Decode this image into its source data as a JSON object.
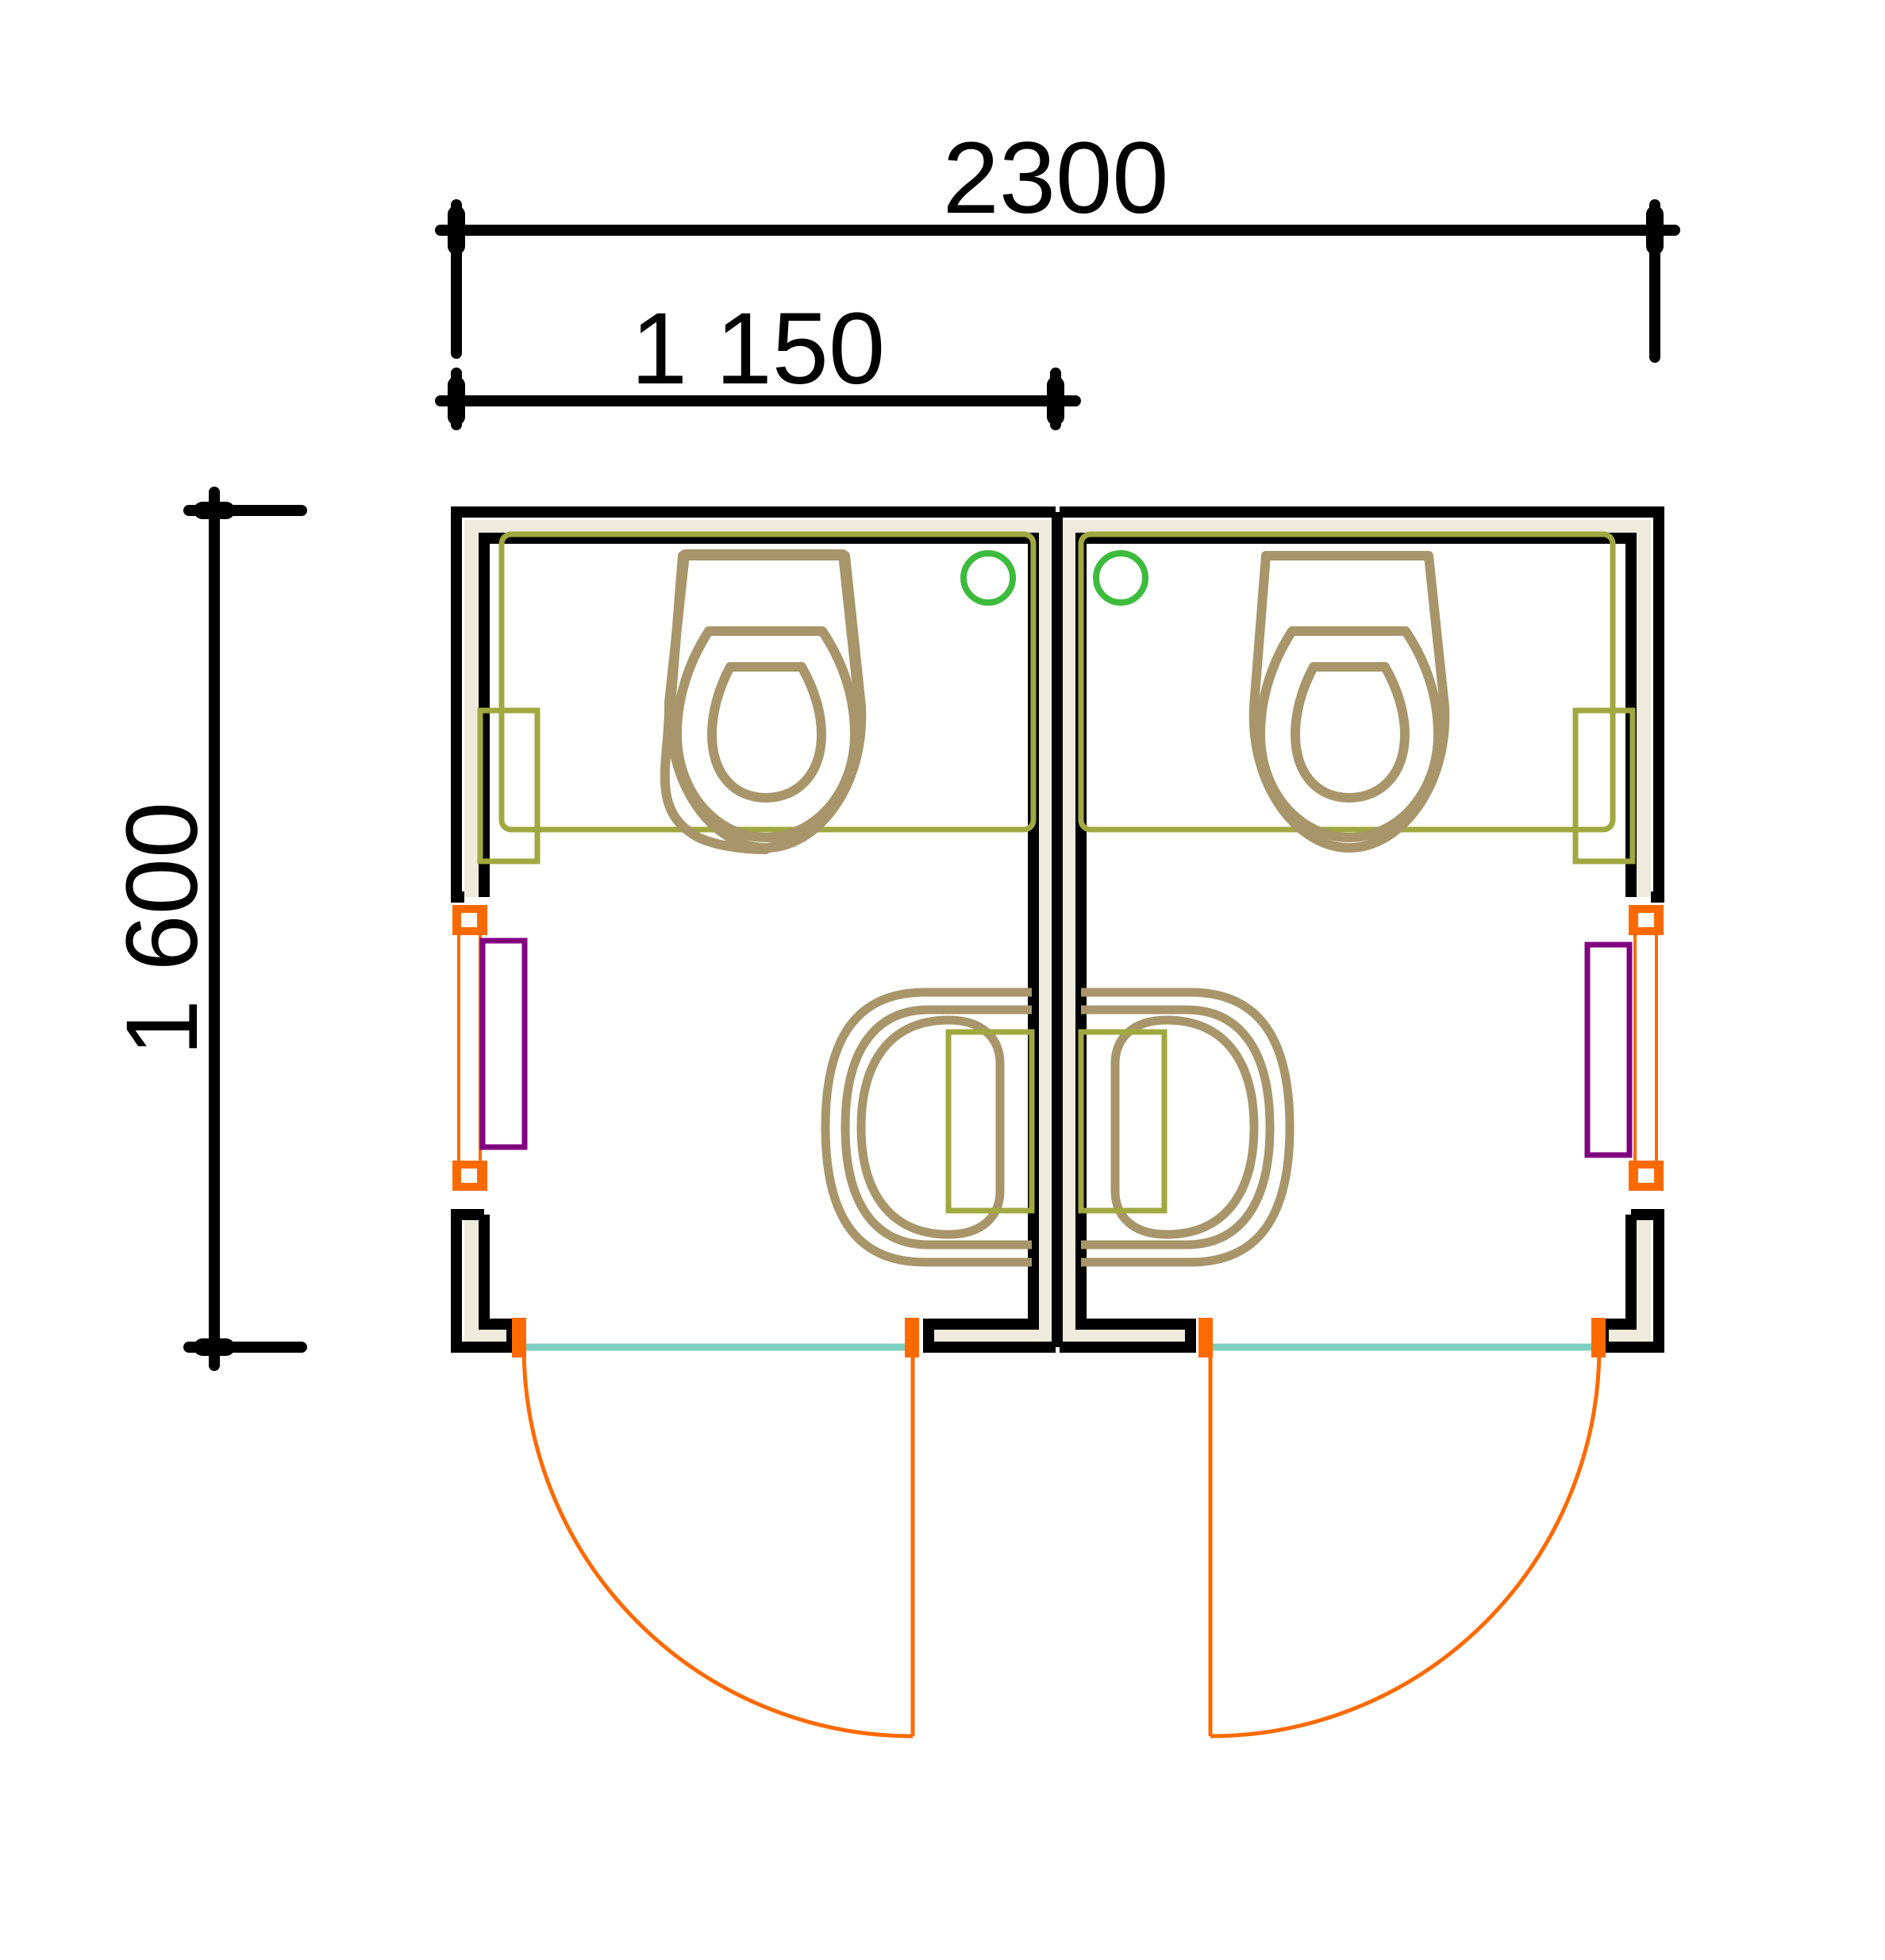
{
  "dimensions": {
    "total_width": "2300",
    "cabin_width": "1 150",
    "depth": "1 600"
  },
  "colors": {
    "wall": "#000000",
    "wall_fill": "#eeeadc",
    "door": "#ff6a00",
    "glass": "#7fcfc0",
    "fixture": "#a8956a",
    "rail": "#a0a840",
    "drain": "#3dbb3d",
    "sink_panel": "#800080"
  }
}
